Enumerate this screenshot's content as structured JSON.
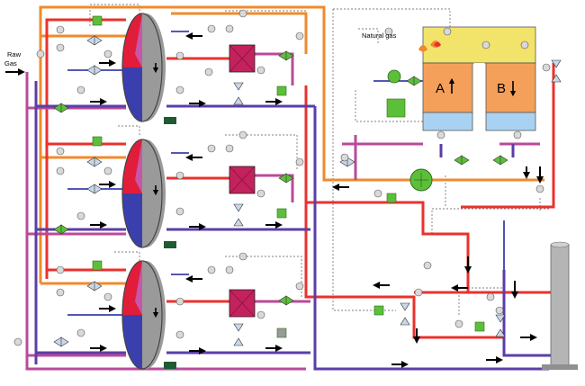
{
  "diagram": {
    "labels": {
      "raw_gas_line1": "Raw",
      "raw_gas_line2": "Gas",
      "natural_gas": "Natural gas",
      "zone_a": "A",
      "zone_b": "B"
    },
    "colors": {
      "hot_pipe": "#e8322d",
      "warm_pipe": "#b94a9a",
      "cold_pipe": "#5a3ea8",
      "cold_pipe_dark": "#2c2c9c",
      "orange_pipe": "#f08a2c",
      "wheel_red": "#e11d3a",
      "wheel_pink": "#c657a8",
      "wheel_blue": "#3b3fae",
      "burner_top": "#f2e46a",
      "bed_orange": "#f4a05a",
      "bed_blue": "#a9d2f2",
      "valve_green": "#5cbf3a",
      "stack_grey": "#b5b5b5"
    },
    "icons": [
      "valve-icon",
      "instrument-icon",
      "pump-icon",
      "flame-icon",
      "fan-icon",
      "arrow-icon"
    ]
  }
}
